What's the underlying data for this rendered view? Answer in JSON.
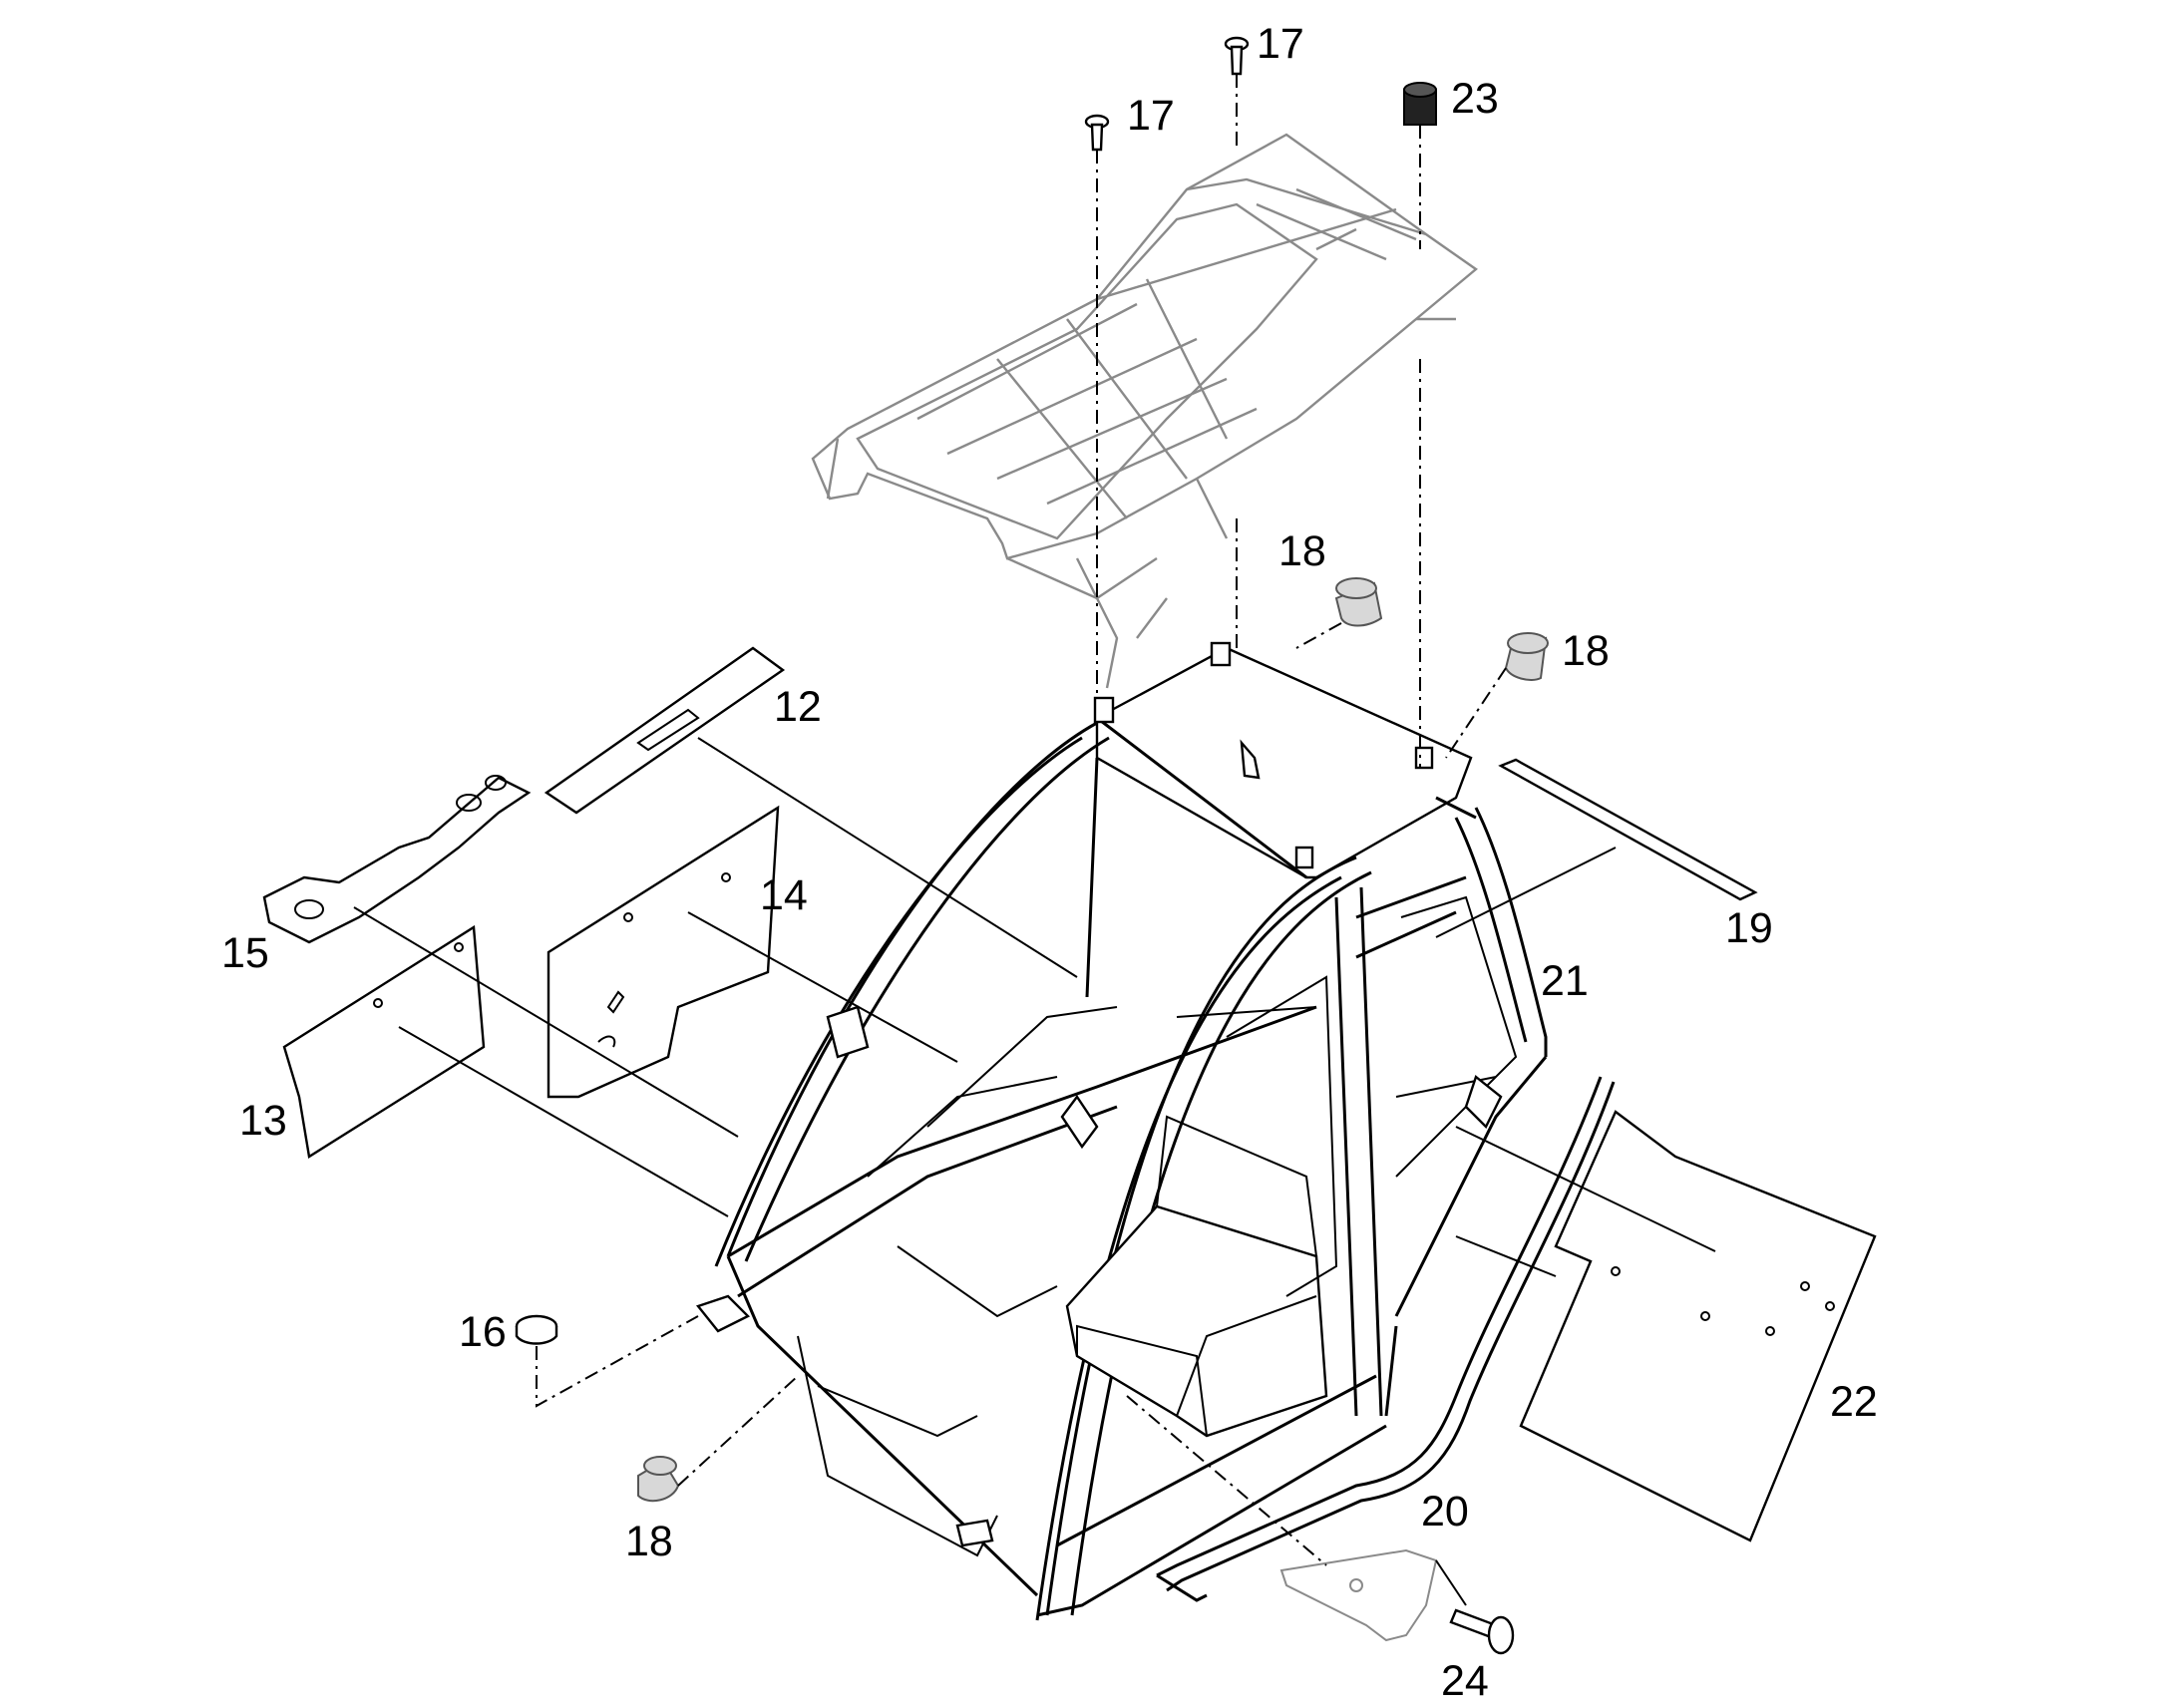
{
  "callouts": {
    "c12": "12",
    "c13": "13",
    "c14": "14",
    "c15": "15",
    "c16": "16",
    "c17a": "17",
    "c17b": "17",
    "c18a": "18",
    "c18b": "18",
    "c18c": "18",
    "c19": "19",
    "c20": "20",
    "c21": "21",
    "c22": "22",
    "c23": "23",
    "c24": "24"
  }
}
